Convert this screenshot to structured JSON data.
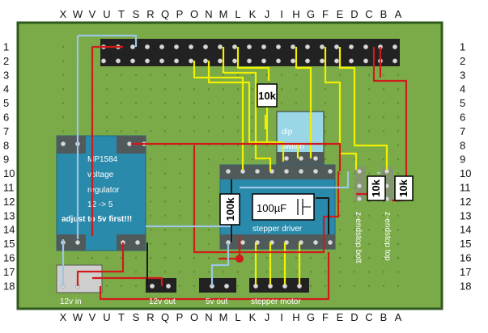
{
  "columns": [
    "X",
    "W",
    "V",
    "U",
    "T",
    "S",
    "R",
    "Q",
    "P",
    "O",
    "N",
    "M",
    "L",
    "K",
    "J",
    "I",
    "H",
    "G",
    "F",
    "E",
    "D",
    "C",
    "B",
    "A"
  ],
  "rows": [
    "1",
    "2",
    "3",
    "4",
    "5",
    "6",
    "7",
    "8",
    "9",
    "10",
    "11",
    "12",
    "13",
    "14",
    "15",
    "16",
    "17",
    "18"
  ],
  "modules": {
    "regulator": {
      "line1": "MP1584",
      "line2": "voltage",
      "line3": "regulator",
      "line4": "12 -> 5",
      "line5": "adjust to 5v first!!!"
    },
    "dip": {
      "line1": "dip",
      "line2": "switch"
    },
    "driver": {
      "label": "stepper driver"
    },
    "capacitor": {
      "label": "100µF"
    },
    "resistor_top": {
      "label": "10k"
    },
    "resistor_driver": {
      "label": "100k"
    },
    "resistor_endstop_bot": {
      "label": "10k"
    },
    "resistor_endstop_top": {
      "label": "10k"
    },
    "endstop_bot": {
      "label": "z-endstop bott"
    },
    "endstop_top": {
      "label": "z-endstop top"
    }
  },
  "headers": {
    "in12": "12v in",
    "out12": "12v out",
    "out5": "5v out",
    "motor": "stepper motor"
  },
  "colors": {
    "board": "#7bab48",
    "border": "#2f5a1d",
    "module": "#2a8aab",
    "dip": "#9ad6e6",
    "header": "#222222",
    "pin": "#d9d9d9",
    "wire_red": "#d11a1a",
    "wire_yellow": "#f0f000",
    "wire_blue": "#9cc6e6"
  }
}
